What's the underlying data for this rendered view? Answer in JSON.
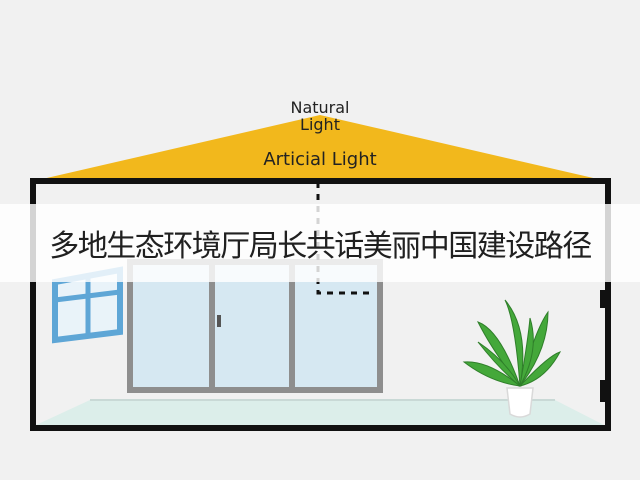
{
  "labels": {
    "natural_light": "Natural\nLight",
    "artificial_light": "Articial Light"
  },
  "headline": "多地生态环境厅局长共话美丽中国建设路径",
  "colors": {
    "background": "#f1f1f1",
    "roof": "#f2b81c",
    "wall_outline": "#111111",
    "window_frame": "#8e8e8e",
    "window_glass": "#d6e8f2",
    "side_window": "#5ea6d6",
    "plant_leaf": "#44a83a",
    "pot": "#ffffff"
  },
  "icons": [
    "house-outline",
    "sliding-door-window",
    "side-window",
    "potted-plant-icon",
    "dotted-light-path"
  ]
}
